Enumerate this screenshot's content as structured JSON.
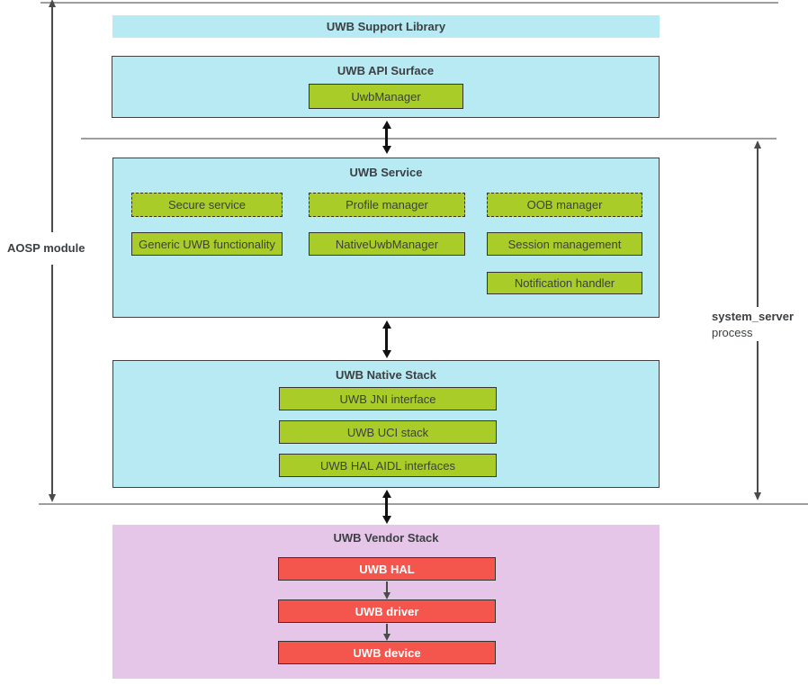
{
  "colors": {
    "cyan": "#b7eaf3",
    "green": "#a9cc29",
    "pink": "#e5c6e9",
    "red": "#f4554d",
    "line-gray": "#9e9e9e",
    "border-dark": "#424242",
    "green-border": "#333333",
    "arrow-black": "#111111",
    "arrow-gray": "#4a4a4a",
    "text-dark": "#3c4043",
    "text-white": "#ffffff"
  },
  "labels": {
    "aosp_module": "AOSP module",
    "system_server": "system_server",
    "process": "process"
  },
  "support_library": {
    "title": "UWB Support Library"
  },
  "api_surface": {
    "title": "UWB API Surface",
    "uwb_manager": "UwbManager"
  },
  "service": {
    "title": "UWB Service",
    "secure_service": "Secure service",
    "profile_manager": "Profile manager",
    "oob_manager": "OOB manager",
    "generic_uwb": "Generic UWB functionality",
    "native_uwb_manager": "NativeUwbManager",
    "session_management": "Session management",
    "notification_handler": "Notification handler"
  },
  "native_stack": {
    "title": "UWB Native Stack",
    "jni": "UWB JNI interface",
    "uci": "UWB UCI stack",
    "hal_aidl": "UWB HAL AIDL interfaces"
  },
  "vendor_stack": {
    "title": "UWB Vendor Stack",
    "hal": "UWB HAL",
    "driver": "UWB driver",
    "device": "UWB device"
  }
}
